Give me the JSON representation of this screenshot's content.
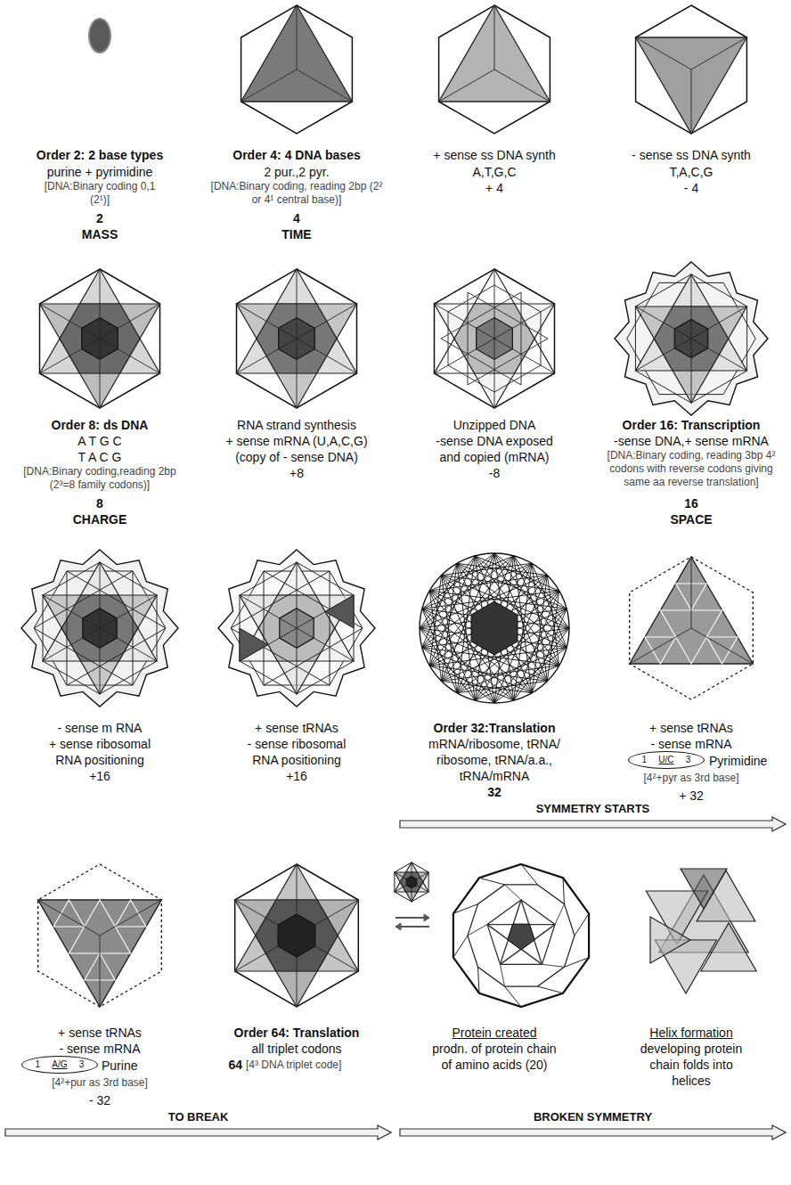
{
  "diagram": {
    "nodes": [
      {
        "text": [
          "1",
          "U/C",
          "3"
        ]
      },
      {
        "text": [
          "SYMMETRY STARTS"
        ]
      },
      {
        "text": [
          "1",
          "A/G",
          "3"
        ]
      },
      {
        "text": [
          "TO BREAK"
        ]
      },
      {
        "text": [
          "BROKEN SYMMETRY"
        ]
      }
    ],
    "labels": [
      "Order 2: 2 base types",
      "purine + pyrimidine",
      "[DNA:Binary coding 0,1 (2¹)]",
      "2",
      "MASS",
      "Order 4: 4 DNA bases",
      "2 pur.,2 pyr.",
      "[DNA:Binary coding, reading 2bp (2² or 4¹ central base)]",
      "4",
      "TIME",
      "+ sense ss DNA synth",
      "A,T,G,C",
      "+ 4",
      "- sense ss DNA synth",
      "T,A,C,G",
      "- 4",
      "Order 8: ds DNA",
      "A T G C",
      "T A C G",
      "[DNA:Binary coding,reading 2bp (2³=8 family codons)]",
      "8",
      "CHARGE",
      "RNA strand synthesis",
      "+ sense mRNA (U,A,C,G)",
      "(copy of - sense DNA)",
      "+8",
      "Unzipped DNA",
      "-sense DNA exposed",
      "and copied (mRNA)",
      "-8",
      "Order 16: Transcription",
      "-sense DNA,+ sense mRNA",
      "[DNA:Binary coding, reading 3bp 4² codons with reverse codons giving same aa reverse translation]",
      "16",
      "SPACE",
      "- sense m RNA",
      "+ sense ribosomal",
      "RNA positioning",
      "+16",
      "+ sense tRNAs",
      "- sense ribosomal",
      "RNA positioning",
      "+16",
      "Order 32:Translation",
      "mRNA/ribosome, tRNA/",
      "ribosome, tRNA/a.a.,",
      "tRNA/mRNA",
      "32",
      "+ sense tRNAs",
      "- sense mRNA",
      "Pyrimidine",
      "[4²+pyr as 3rd base]",
      "+ 32",
      "+ sense tRNAs",
      "- sense mRNA",
      "Purine",
      "[4²+pur as 3rd base]",
      "- 32",
      "Order 64: Translation",
      "all triplet codons",
      "64",
      "[4³ DNA triplet code]",
      "Protein created",
      "prodn. of protein chain",
      "of amino acids (20)",
      "Helix formation",
      "developing protein",
      "chain folds into",
      "helices"
    ]
  }
}
